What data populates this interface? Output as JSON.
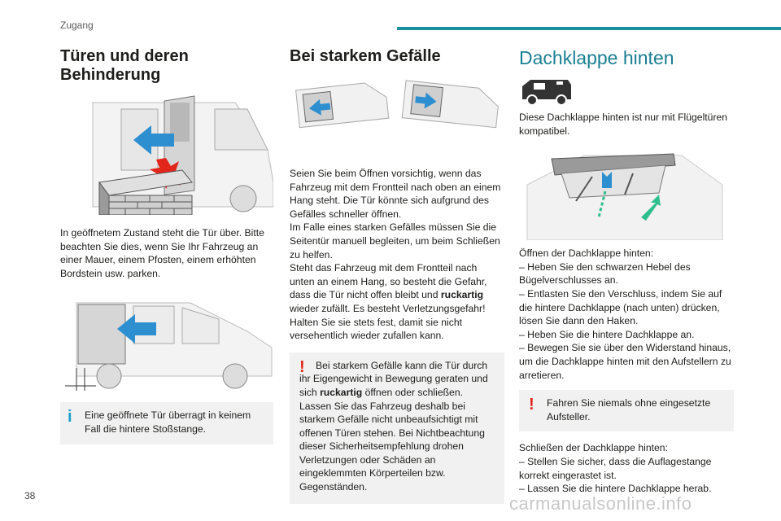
{
  "header": {
    "section": "Zugang",
    "accent": "#1a8fa0"
  },
  "page_number": "38",
  "watermark": "carmanualsonline.info",
  "col1": {
    "title": "Türen und deren Behinderung",
    "para1": "In geöffnetem Zustand steht die Tür über. Bitte beachten Sie dies, wenn Sie Ihr Fahrzeug an einer Mauer, einem Pfosten, einem erhöhten Bordstein usw. parken.",
    "info": "Eine geöffnete Tür überragt in keinem Fall die hintere Stoßstange."
  },
  "col2": {
    "title": "Bei starkem Gefälle",
    "para_a": "Seien Sie beim Öffnen vorsichtig, wenn das Fahrzeug mit dem Frontteil nach oben an einem Hang steht. Die Tür könnte sich aufgrund des Gefälles schneller öffnen.",
    "para_b": "Im Falle eines starken Gefälles müssen Sie die Seitentür manuell begleiten, um beim Schließen zu helfen.",
    "para_c1": "Steht das Fahrzeug mit dem Frontteil nach unten an einem Hang, so besteht die Gefahr, dass die Tür nicht offen bleibt und ",
    "para_c_bold": "ruckartig",
    "para_c2": " wieder zufällt. Es besteht Verletzungsgefahr! Halten Sie sie stets fest, damit sie nicht versehentlich wieder zufallen kann.",
    "warn1": "Bei starkem Gefälle kann die Tür durch ihr Eigengewicht in Bewegung geraten und sich ",
    "warn_bold": "ruckartig",
    "warn2": " öffnen oder schließen. Lassen Sie das Fahrzeug deshalb bei starkem Gefälle nicht unbeaufsichtigt mit offenen Türen stehen. Bei Nichtbeachtung dieser Sicherheitsempfehlung drohen Verletzungen oder Schäden an eingeklemmten Körperteilen bzw. Gegenständen."
  },
  "col3": {
    "title": "Dachklappe hinten",
    "intro": "Diese Dachklappe hinten ist nur mit Flügeltüren kompatibel.",
    "open_title": "Öffnen der Dachklappe hinten:",
    "open_steps": [
      "– Heben Sie den schwarzen Hebel des Bügelverschlusses an.",
      "– Entlasten Sie den Verschluss, indem Sie auf die hintere Dachklappe (nach unten) drücken, lösen Sie dann den Haken.",
      "– Heben Sie die hintere Dachklappe an.",
      "– Bewegen Sie sie über den Widerstand hinaus, um die Dachklappe hinten mit den Aufstellern zu arretieren."
    ],
    "warn": "Fahren Sie niemals ohne eingesetzte Aufsteller.",
    "close_title": "Schließen der Dachklappe hinten:",
    "close_steps": [
      "– Stellen Sie sicher, dass die Auflagestange korrekt eingerastet ist.",
      "– Lassen Sie die hintere Dachklappe herab."
    ]
  },
  "colors": {
    "teal_title": "#1a7f92",
    "warning": "#e2261b",
    "info": "#1aa0c9",
    "arrow_blue": "#2d8fd0",
    "arrow_green": "#2fbf8f"
  },
  "icons": {
    "warning": "exclamation-icon",
    "info": "info-i-icon"
  }
}
